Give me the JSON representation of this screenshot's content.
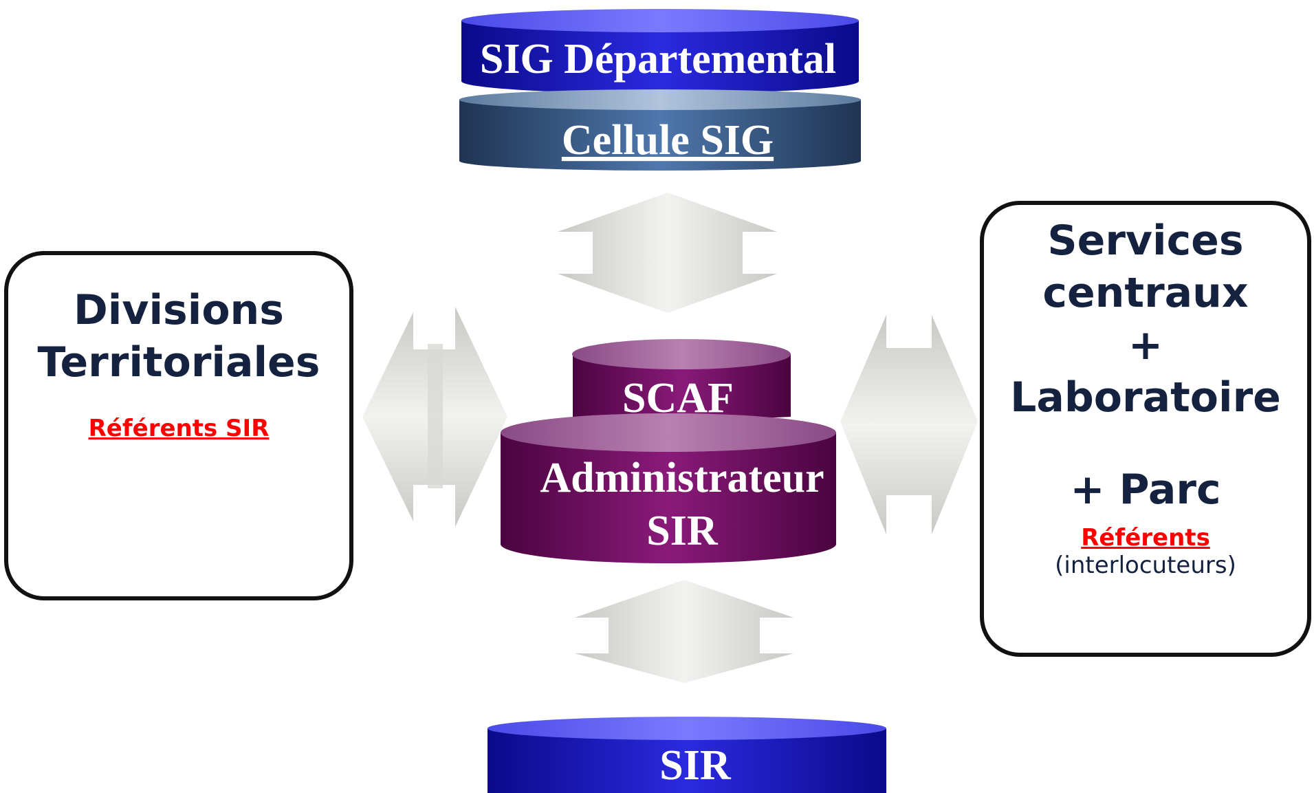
{
  "top": {
    "sig_departemental": "SIG Départemental",
    "cellule_sig": "Cellule SIG"
  },
  "center": {
    "scaf": "SCAF",
    "admin_line1": "Administrateur",
    "admin_line2": "SIR"
  },
  "bottom": {
    "sir": "SIR"
  },
  "left_box": {
    "line1": "Divisions",
    "line2": "Territoriales",
    "referents": "Référents SIR"
  },
  "right_box": {
    "line1": "Services",
    "line2": "centraux",
    "line3": "+",
    "line4": "Laboratoire",
    "line5": "+ Parc",
    "referents": "Référents",
    "interlocuteurs": "(interlocuteurs)"
  },
  "colors": {
    "blue_disk": "#1f1fc8",
    "steel_disk": "#3f6590",
    "purple_disk": "#7a0f6a",
    "text_navy": "#14213f",
    "referent_red": "#ff0000",
    "arrow_grey": "#d4d4d0"
  }
}
